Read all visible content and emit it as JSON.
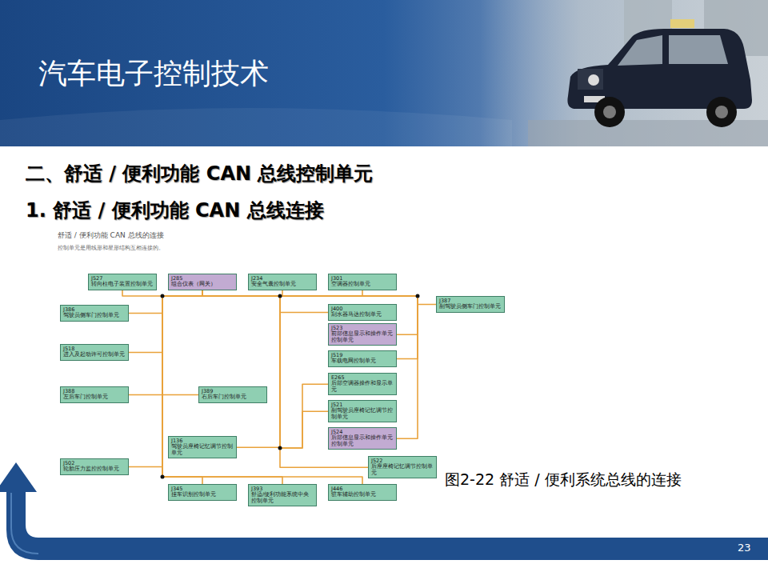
{
  "diagram": {
    "title": "汽车电子控制技术",
    "caption": "图2-22 舒适 / 便利系统总线的连接",
    "nodes": [
      {
        "text": [
          "J527",
          "转向柱电子装置控制单元"
        ]
      },
      {
        "text": [
          "J285",
          "组合仪表（网关）"
        ]
      },
      {
        "text": [
          "J234",
          "安全气囊控制单元"
        ]
      },
      {
        "text": [
          "J301",
          "空调器控制单元"
        ]
      },
      {
        "text": [
          "J386",
          "驾驶员侧车门控制单元"
        ]
      },
      {
        "text": [
          "J518",
          "进入及起动许可控制单元"
        ]
      },
      {
        "text": [
          "J388",
          "左后车门控制单元"
        ]
      },
      {
        "text": [
          "J389",
          "右后车门控制单元"
        ]
      },
      {
        "text": [
          "J387",
          "副驾驶员侧车门控制单元"
        ]
      },
      {
        "text": [
          "J400",
          "刮水器马达控制单元"
        ]
      },
      {
        "text": [
          "J523",
          "前部信息显示和操作单元控制单元"
        ]
      },
      {
        "text": [
          "J519",
          "车载电网控制单元"
        ]
      },
      {
        "text": [
          "E265",
          "后部空调器操作和显示单元"
        ]
      },
      {
        "text": [
          "J521",
          "副驾驶员座椅记忆调节控制单元"
        ]
      },
      {
        "text": [
          "J524",
          "后部信息显示和操作单元控制单元"
        ]
      },
      {
        "text": [
          "J136",
          "驾驶员座椅记忆调节控制单元"
        ]
      },
      {
        "text": [
          "J522",
          "后座座椅记忆调节控制单元"
        ]
      },
      {
        "text": [
          "J502",
          "轮胎压力监控控制单元"
        ]
      },
      {
        "text": [
          "J345",
          "挂车识别控制单元"
        ]
      },
      {
        "text": [
          "J393",
          "舒适/便利功能系统中央控制单元"
        ]
      },
      {
        "text": [
          "J446",
          "驻车辅助控制单元"
        ]
      }
    ],
    "edges": [
      {
        "from": 1,
        "to": 0,
        "arrow": "none"
      },
      {
        "from": 1,
        "to": 2,
        "arrow": "none"
      },
      {
        "from": 1,
        "to": 3,
        "arrow": "none"
      },
      {
        "from": 1,
        "to": 4,
        "arrow": "none"
      },
      {
        "from": 1,
        "to": 5,
        "arrow": "none"
      },
      {
        "from": 1,
        "to": 6,
        "arrow": "none"
      },
      {
        "from": 1,
        "to": 7,
        "arrow": "none"
      },
      {
        "from": 1,
        "to": 8,
        "arrow": "none"
      },
      {
        "from": 1,
        "to": 9,
        "arrow": "none"
      },
      {
        "from": 1,
        "to": 10,
        "arrow": "none"
      },
      {
        "from": 1,
        "to": 11,
        "arrow": "none"
      },
      {
        "from": 1,
        "to": 12,
        "arrow": "none"
      },
      {
        "from": 1,
        "to": 13,
        "arrow": "none"
      },
      {
        "from": 1,
        "to": 14,
        "arrow": "none"
      },
      {
        "from": 1,
        "to": 15,
        "arrow": "none"
      },
      {
        "from": 1,
        "to": 16,
        "arrow": "none"
      },
      {
        "from": 1,
        "to": 17,
        "arrow": "none"
      },
      {
        "from": 1,
        "to": 18,
        "arrow": "none"
      },
      {
        "from": 1,
        "to": 19,
        "arrow": "none"
      },
      {
        "from": 1,
        "to": 20,
        "arrow": "none"
      }
    ],
    "labels": [
      "二、舒适 / 便利功能 CAN 总线控制单元",
      "1. 舒适 / 便利功能 CAN 总线连接",
      "舒适 / 便利功能 CAN 总线的连接",
      "控制单元是用线形和星形结构互相连接的。",
      "23"
    ]
  }
}
